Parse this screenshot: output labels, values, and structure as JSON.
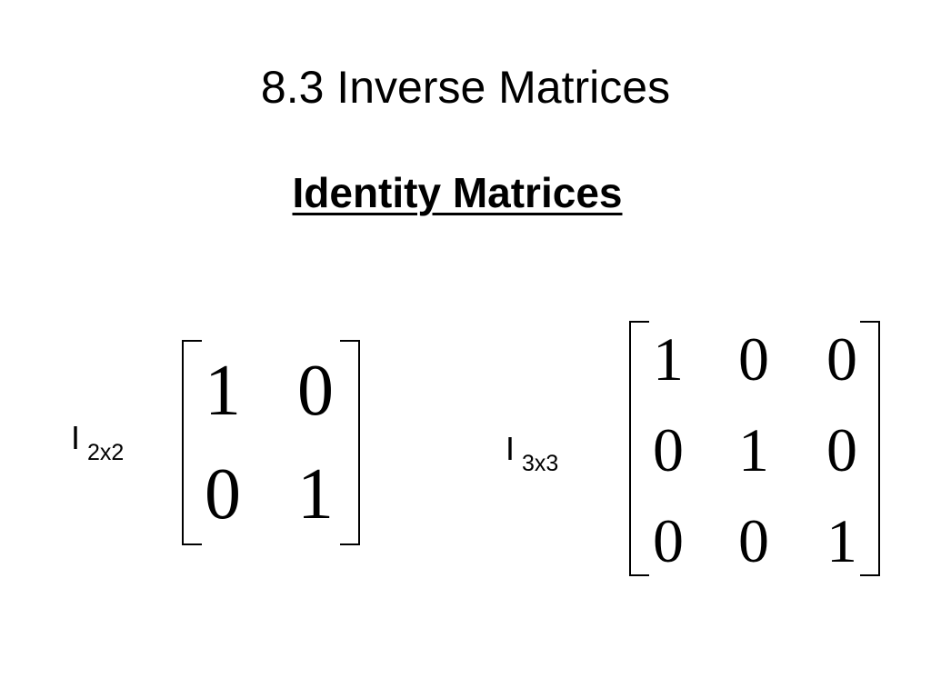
{
  "slide": {
    "title": "8.3 Inverse Matrices",
    "subtitle": "Identity Matrices"
  },
  "identity_2": {
    "label": "I",
    "size": "2x2",
    "rows": [
      [
        "1",
        "0"
      ],
      [
        "0",
        "1"
      ]
    ]
  },
  "identity_3": {
    "label": "I",
    "size": "3x3",
    "rows": [
      [
        "1",
        "0",
        "0"
      ],
      [
        "0",
        "1",
        "0"
      ],
      [
        "0",
        "0",
        "1"
      ]
    ]
  }
}
